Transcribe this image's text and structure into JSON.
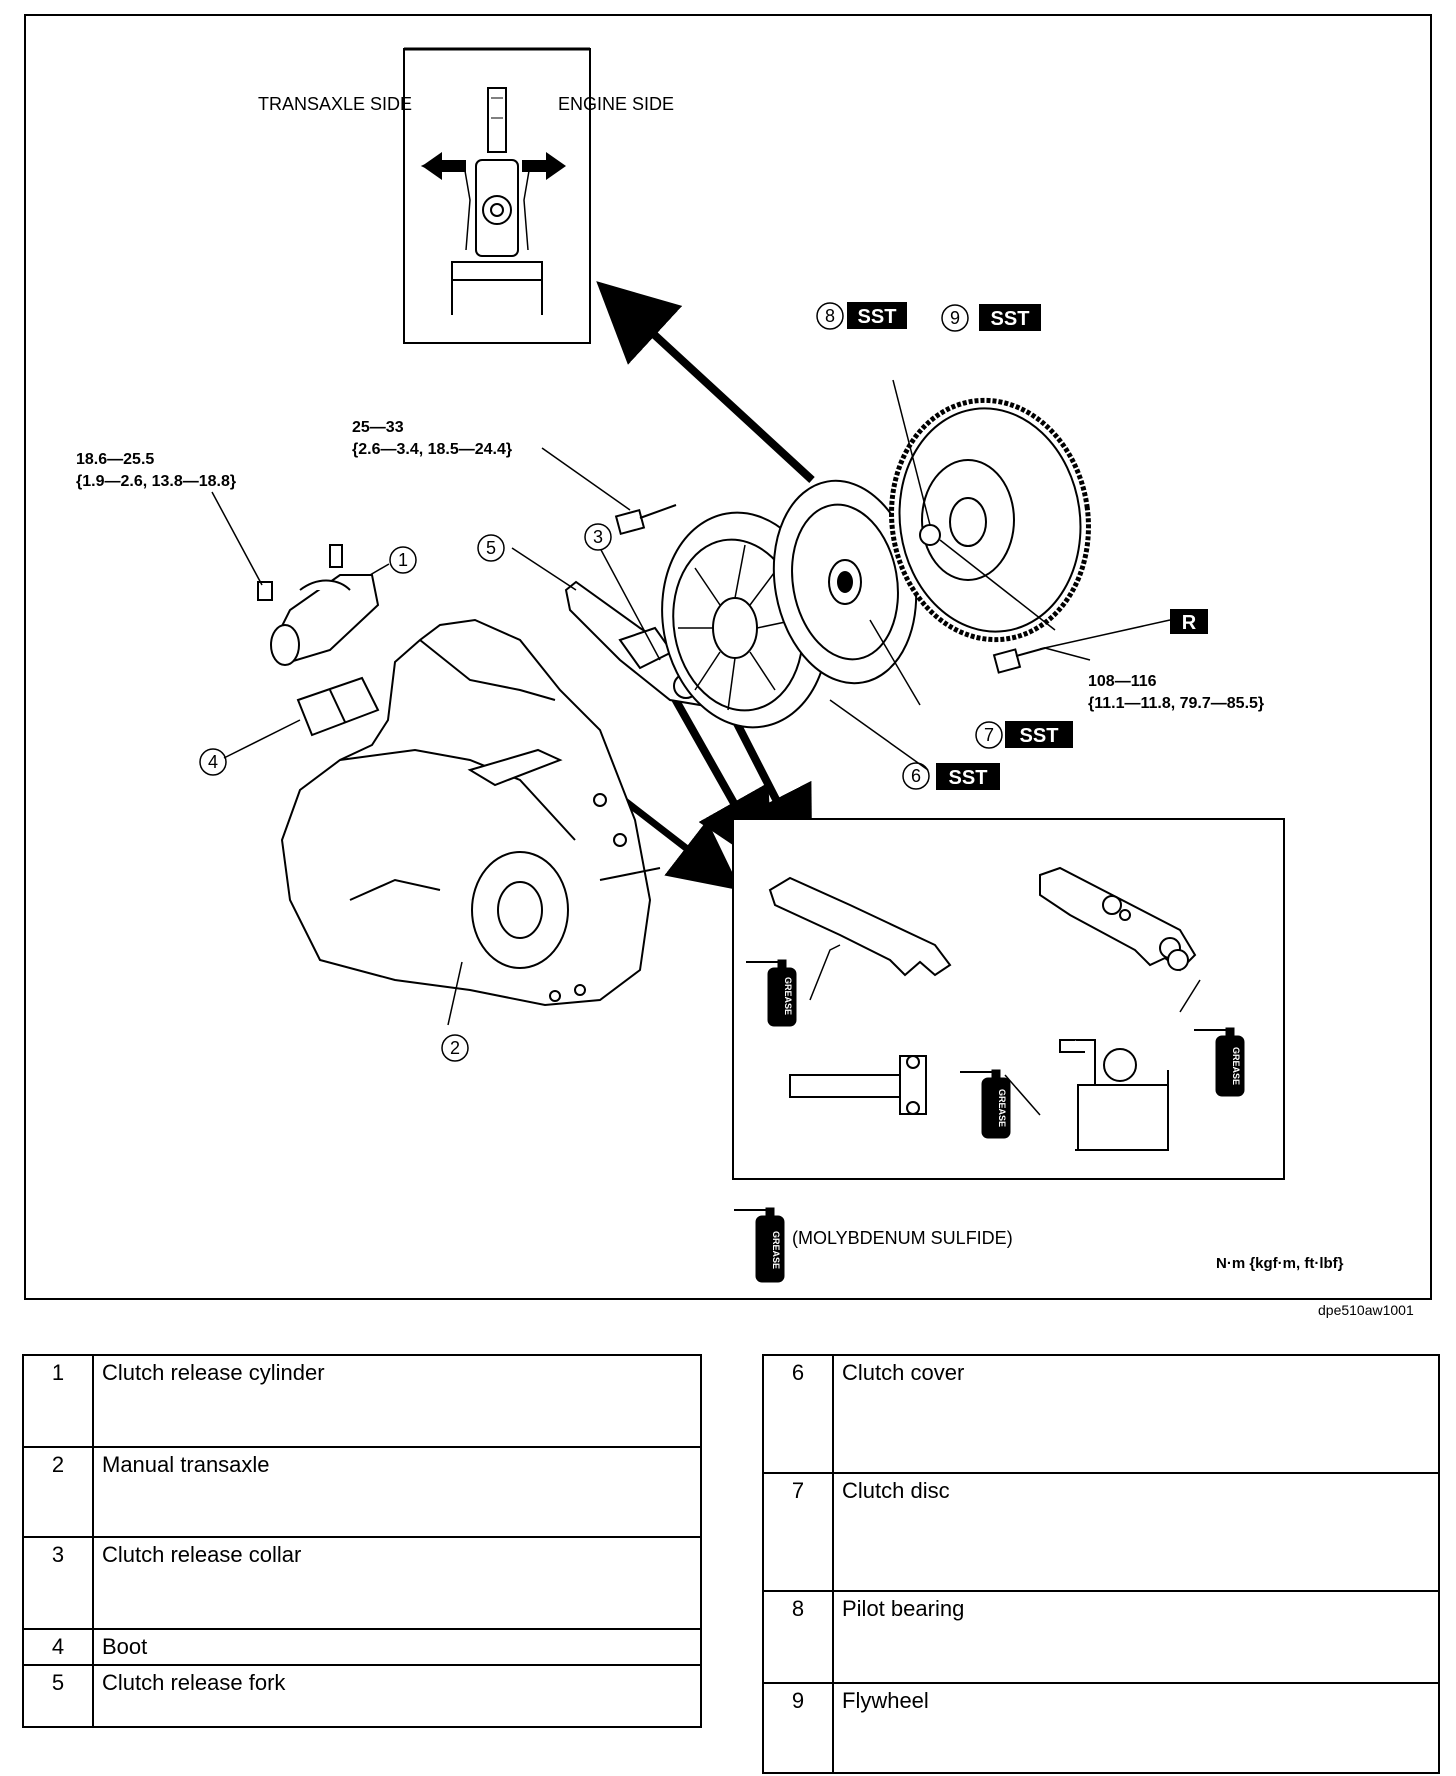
{
  "labels": {
    "transaxle_side": "TRANSAXLE SIDE",
    "engine_side": "ENGINE SIDE",
    "sst": "SST",
    "r_mark": "R",
    "grease_word": "GREASE",
    "molybdenum_note": "(MOLYBDENUM SULFIDE)",
    "unit_note": "N·m {kgf·m, ft·lbf}",
    "figure_code": "dpe510aw1001"
  },
  "torques": {
    "cylinder_bolt": {
      "line1": "18.6—25.5",
      "line2": "{1.9—2.6, 13.8—18.8}"
    },
    "cover_bolt": {
      "line1": "25—33",
      "line2": "{2.6—3.4, 18.5—24.4}"
    },
    "flywheel_bolt": {
      "line1": "108—116",
      "line2": "{11.1—11.8, 79.7—85.5}"
    }
  },
  "callouts": [
    "1",
    "2",
    "3",
    "4",
    "5",
    "6",
    "7",
    "8",
    "9"
  ],
  "parts_left": [
    {
      "num": "1",
      "name": "Clutch release cylinder"
    },
    {
      "num": "2",
      "name": "Manual transaxle"
    },
    {
      "num": "3",
      "name": "Clutch release collar"
    },
    {
      "num": "4",
      "name": "Boot"
    },
    {
      "num": "5",
      "name": "Clutch release fork"
    }
  ],
  "parts_right": [
    {
      "num": "6",
      "name": "Clutch cover"
    },
    {
      "num": "7",
      "name": "Clutch disc"
    },
    {
      "num": "8",
      "name": "Pilot bearing"
    },
    {
      "num": "9",
      "name": "Flywheel"
    }
  ]
}
